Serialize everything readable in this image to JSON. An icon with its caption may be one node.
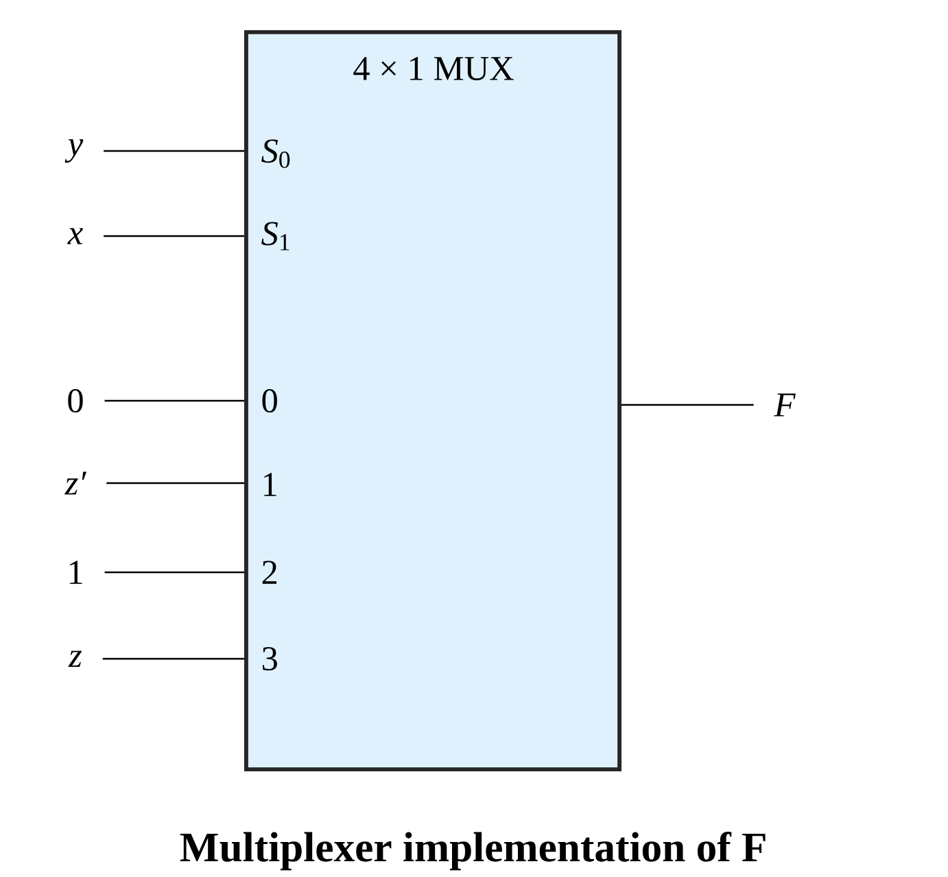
{
  "diagram": {
    "caption": "Multiplexer implementation of F",
    "nodes": [
      {
        "text": [
          "4 × 1 MUX",
          "*S*$_{0}$",
          "*S*$_{1}$",
          "0",
          "1",
          "2",
          "3"
        ]
      },
      {
        "text": [
          "y"
        ]
      },
      {
        "text": [
          "x"
        ]
      },
      {
        "text": [
          "0"
        ]
      },
      {
        "text": [
          "z′"
        ]
      },
      {
        "text": [
          "1"
        ]
      },
      {
        "text": [
          "z"
        ]
      },
      {
        "text": [
          "F"
        ]
      }
    ],
    "edges": [
      {
        "from": 1,
        "to": 0,
        "arrow": "none"
      },
      {
        "from": 2,
        "to": 0,
        "arrow": "none"
      },
      {
        "from": 3,
        "to": 0,
        "arrow": "none"
      },
      {
        "from": 4,
        "to": 0,
        "arrow": "none"
      },
      {
        "from": 5,
        "to": 0,
        "arrow": "none"
      },
      {
        "from": 6,
        "to": 0,
        "arrow": "none"
      },
      {
        "from": 0,
        "to": 7,
        "arrow": "none"
      }
    ]
  }
}
